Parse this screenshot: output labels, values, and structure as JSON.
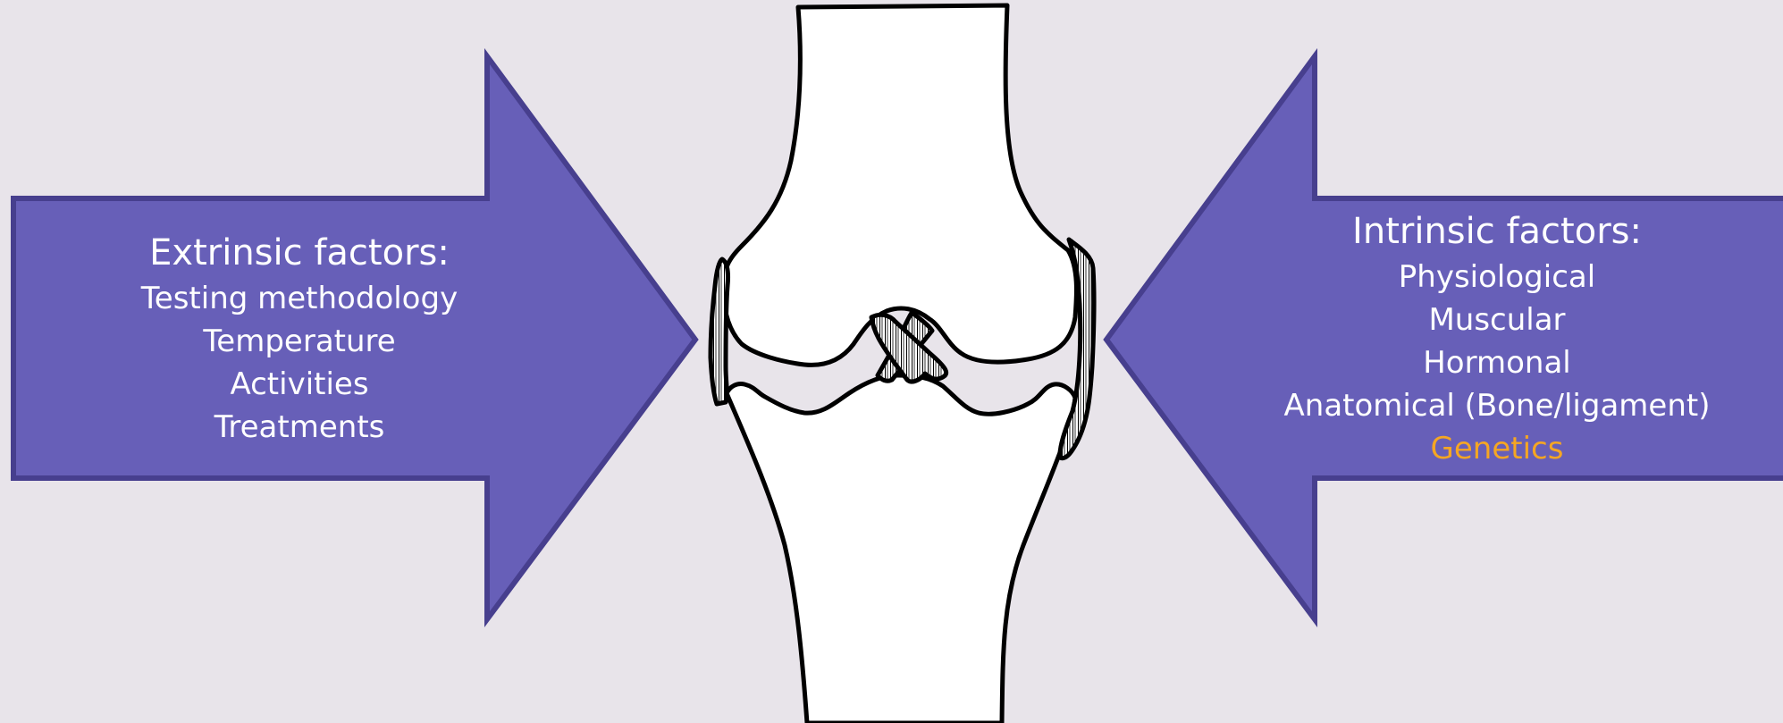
{
  "extrinsic": {
    "heading": "Extrinsic factors:",
    "items": [
      "Testing methodology",
      "Temperature",
      "Activities",
      "Treatments"
    ]
  },
  "intrinsic": {
    "heading": "Intrinsic factors:",
    "items": [
      "Physiological",
      "Muscular",
      "Hormonal",
      "Anatomical (Bone/ligament)",
      "Genetics"
    ]
  },
  "colors": {
    "background": "#e8e4ea",
    "arrow_fill": "#675fb8",
    "arrow_stroke": "#473f8e",
    "highlight": "#f5a623",
    "text": "#ffffff"
  },
  "icons": {
    "center": "knee-joint-illustration"
  }
}
